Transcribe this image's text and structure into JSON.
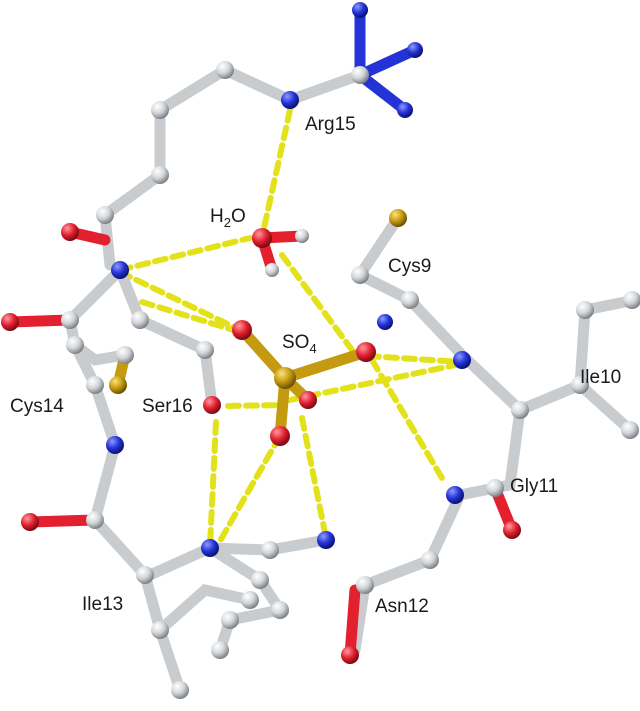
{
  "colors": {
    "carbon": "#c9cccf",
    "carbon_dark": "#8c9094",
    "nitrogen": "#2433d6",
    "oxygen": "#e2202e",
    "sulfur": "#c49a10",
    "hbond": "#e3e21a",
    "text": "#1a1a1a"
  },
  "labels": {
    "arg15": "Arg15",
    "water": "H",
    "water_sub": "2",
    "water_tail": "O",
    "cys9": "Cys9",
    "sulfate": "SO",
    "sulfate_sub": "4",
    "ile10": "Ile10",
    "cys14": "Cys14",
    "ser16": "Ser16",
    "gly11": "Gly11",
    "ile13": "Ile13",
    "asn12": "Asn12"
  }
}
